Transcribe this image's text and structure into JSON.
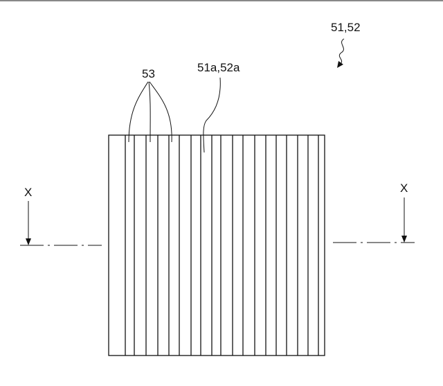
{
  "labels": {
    "assembly_ref": "51,52",
    "surface_ref": "51a,52a",
    "groove_ref": "53",
    "section_left": "X",
    "section_right": "X"
  },
  "ink_color": "#111111",
  "background_color": "#ffffff"
}
